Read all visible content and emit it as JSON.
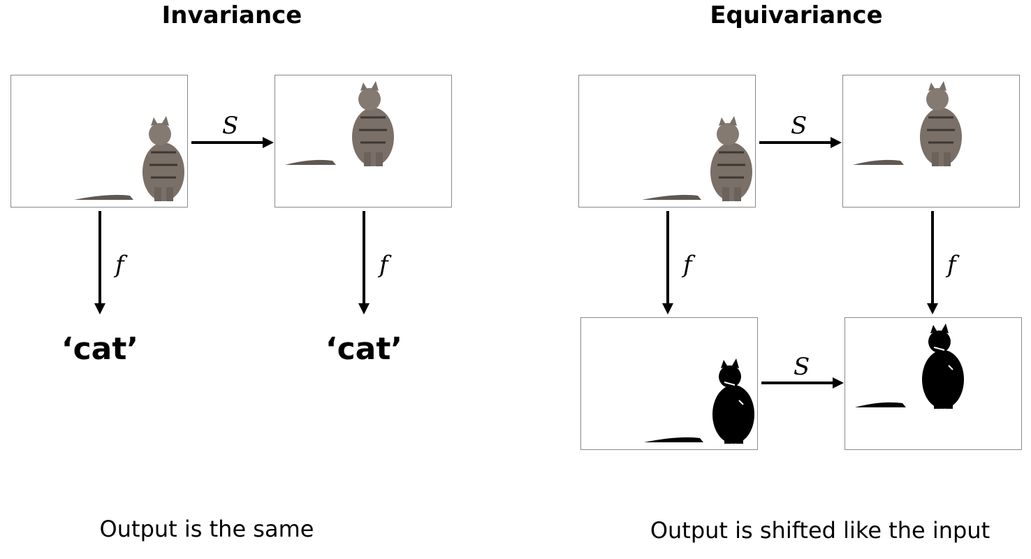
{
  "invariance": {
    "title": "Invariance",
    "operator_shift": "S",
    "operator_f_left": "f",
    "operator_f_right": "f",
    "output_left": "‘cat’",
    "output_right": "‘cat’",
    "caption": "Output is the same"
  },
  "equivariance": {
    "title": "Equivariance",
    "operator_shift_top": "S",
    "operator_shift_bottom": "S",
    "operator_f_left": "f",
    "operator_f_right": "f",
    "caption": "Output is shifted like the input"
  },
  "colors": {
    "frame_border": "#8a8a8a",
    "arrow": "#000000",
    "cat_fur": "#7a7068",
    "silhouette": "#000000"
  }
}
